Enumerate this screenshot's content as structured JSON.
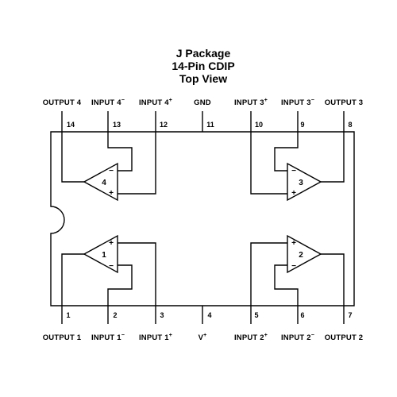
{
  "title": {
    "line1": "J Package",
    "line2": "14-Pin CDIP",
    "line3": "Top View"
  },
  "pins_top": [
    {
      "num": "14",
      "label": "OUTPUT 4",
      "sup": ""
    },
    {
      "num": "13",
      "label": "INPUT 4",
      "sup": "−"
    },
    {
      "num": "12",
      "label": "INPUT 4",
      "sup": "+"
    },
    {
      "num": "11",
      "label": "GND",
      "sup": ""
    },
    {
      "num": "10",
      "label": "INPUT 3",
      "sup": "+"
    },
    {
      "num": "9",
      "label": "INPUT 3",
      "sup": "−"
    },
    {
      "num": "8",
      "label": "OUTPUT 3",
      "sup": ""
    }
  ],
  "pins_bottom": [
    {
      "num": "1",
      "label": "OUTPUT 1",
      "sup": ""
    },
    {
      "num": "2",
      "label": "INPUT 1",
      "sup": "−"
    },
    {
      "num": "3",
      "label": "INPUT 1",
      "sup": "+"
    },
    {
      "num": "4",
      "label": "V",
      "sup": "+"
    },
    {
      "num": "5",
      "label": "INPUT 2",
      "sup": "+"
    },
    {
      "num": "6",
      "label": "INPUT 2",
      "sup": "−"
    },
    {
      "num": "7",
      "label": "OUTPUT 2",
      "sup": ""
    }
  ],
  "amplifiers": [
    {
      "num": "4",
      "top_sign": "−",
      "bottom_sign": "+"
    },
    {
      "num": "3",
      "top_sign": "−",
      "bottom_sign": "+"
    },
    {
      "num": "1",
      "top_sign": "+",
      "bottom_sign": "−"
    },
    {
      "num": "2",
      "top_sign": "+",
      "bottom_sign": "−"
    }
  ]
}
